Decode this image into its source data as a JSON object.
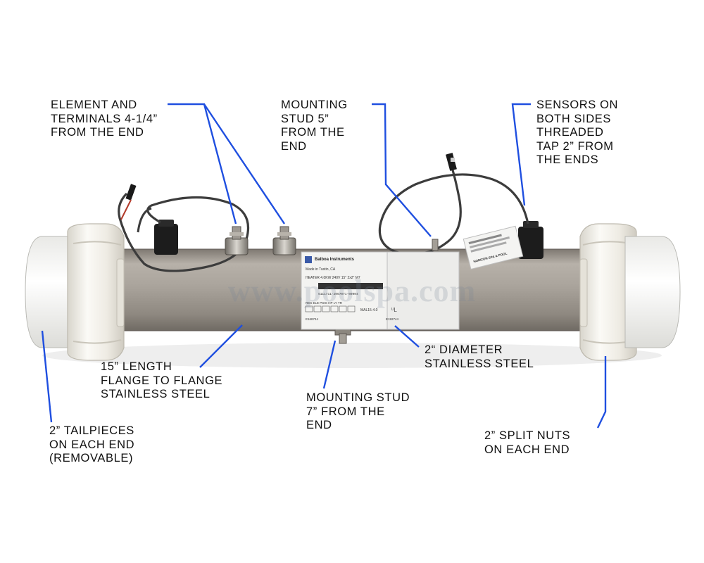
{
  "labels": {
    "element_terminals": [
      "ELEMENT AND",
      "TERMINALS 4-1/4”",
      "FROM THE END"
    ],
    "mounting_stud_top": [
      "MOUNTING",
      "STUD 5”",
      "FROM THE",
      "END"
    ],
    "sensors": [
      "SENSORS ON",
      "BOTH SIDES",
      "THREADED",
      "TAP 2” FROM",
      "THE ENDS"
    ],
    "length": [
      "15” LENGTH",
      "FLANGE TO FLANGE",
      "STAINLESS STEEL"
    ],
    "diameter": [
      "2“ DIAMETER",
      "STAINLESS STEEL"
    ],
    "mounting_stud_bottom": [
      "MOUNTING STUD",
      "7”  FROM THE",
      "END"
    ],
    "tailpieces": [
      "2” TAILPIECES",
      "ON EACH END",
      "(REMOVABLE)"
    ],
    "split_nuts": [
      "2” SPLIT NUTS",
      "ON EACH END"
    ]
  },
  "watermark": "www.poolspa.com",
  "heater_label": {
    "brand": "Balboa Instruments",
    "made_in": "Made in Tustin, CA",
    "model": "HEATER 4.0KW 240V 15\" 2x2\" M7",
    "part_code": "MAL15-4.0",
    "serial": "5111711-2067071-00004",
    "id_left": "E168744",
    "id_right": "E192744",
    "table_headers": [
      "RES",
      "ELE",
      "PSIG",
      "HP",
      "LY",
      "TR"
    ]
  },
  "sensor_tag": {
    "brand": "HORIZON SPA & POOL"
  },
  "colors": {
    "callout_line": "#1f4fe0",
    "text": "#111111",
    "pipe": "#a8a29a",
    "union": "#f2f0ea"
  }
}
